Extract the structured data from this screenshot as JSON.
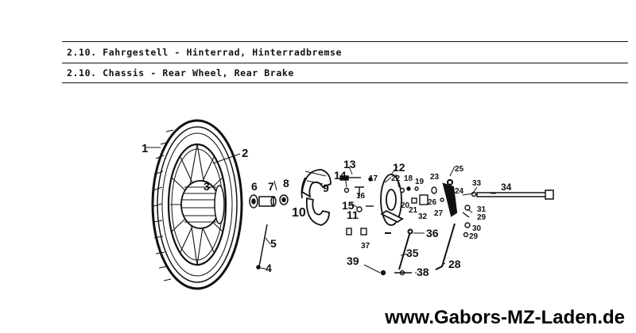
{
  "header": {
    "title_de": "2.10. Fahrgestell - Hinterrad, Hinterradbremse",
    "title_en": "2.10. Chassis - Rear Wheel, Rear Brake"
  },
  "labels": [
    "1",
    "2",
    "3",
    "4",
    "5",
    "6",
    "7",
    "8",
    "9",
    "10",
    "11",
    "12",
    "13",
    "14",
    "15",
    "16",
    "17",
    "18",
    "19",
    "20",
    "21",
    "22",
    "23",
    "24",
    "25",
    "26",
    "27",
    "28",
    "29",
    "29",
    "30",
    "31",
    "32",
    "33",
    "34",
    "35",
    "36",
    "37",
    "38",
    "39"
  ],
  "footer": {
    "website": "www.Gabors-MZ-Laden.de"
  }
}
